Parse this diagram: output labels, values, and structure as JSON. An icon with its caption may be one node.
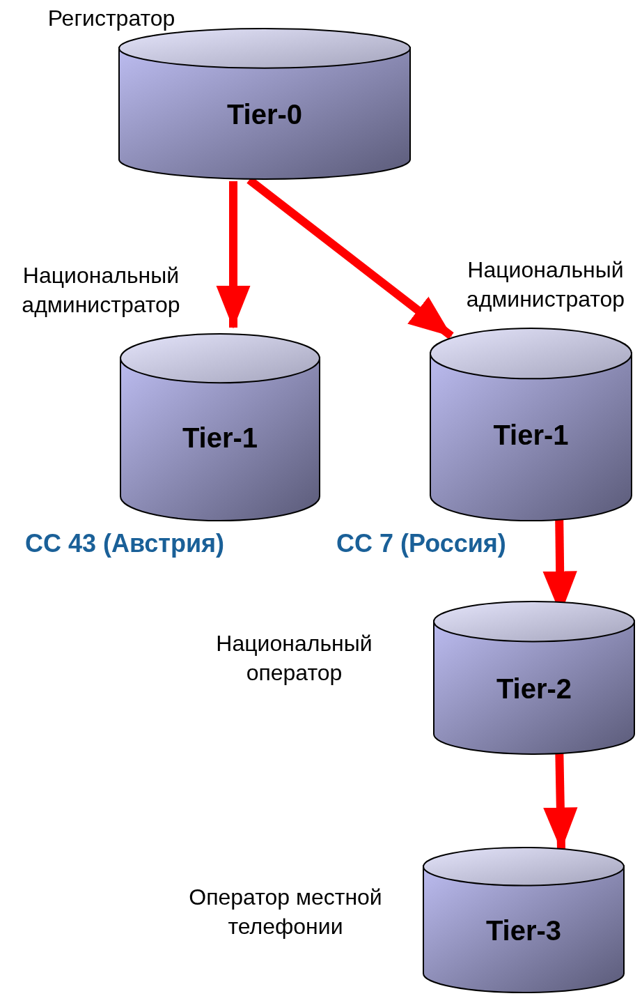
{
  "diagram": {
    "nodes": [
      {
        "text": [
          "Tier-0"
        ],
        "beside": [
          "Регистратор"
        ]
      },
      {
        "text": [
          "Tier-1"
        ],
        "beside": [
          "Национальный администратор",
          "CC 43 (Австрия)"
        ]
      },
      {
        "text": [
          "Tier-1"
        ],
        "beside": [
          "Национальный администратор",
          "CC 7 (Россия)"
        ]
      },
      {
        "text": [
          "Tier-2"
        ],
        "beside": [
          "Национальный оператор"
        ]
      },
      {
        "text": [
          "Tier-3"
        ],
        "beside": [
          "Оператор местной телефонии"
        ]
      }
    ],
    "edges": [
      {
        "from": 0,
        "to": 1,
        "arrow": "to"
      },
      {
        "from": 0,
        "to": 2,
        "arrow": "to"
      },
      {
        "from": 2,
        "to": 3,
        "arrow": "to"
      },
      {
        "from": 3,
        "to": 4,
        "arrow": "to"
      }
    ]
  }
}
